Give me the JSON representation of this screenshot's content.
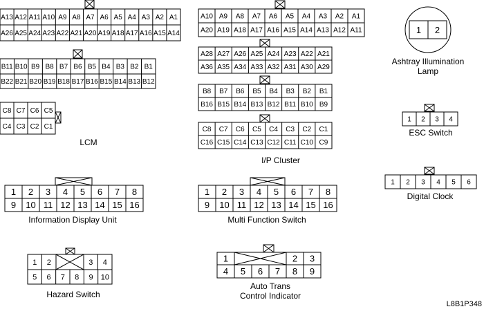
{
  "labels": {
    "lcm": "LCM",
    "ip_cluster": "I/P Cluster",
    "ashtray_line1": "Ashtray Illumination",
    "ashtray_line2": "Lamp",
    "esc_switch": "ESC Switch",
    "digital_clock": "Digital Clock",
    "info_display": "Information Display Unit",
    "multi_function": "Multi Function Switch",
    "hazard_switch": "Hazard Switch",
    "auto_trans_line1": "Auto Trans",
    "auto_trans_line2": "Control Indicator",
    "figure_code": "L8B1P348"
  },
  "connectors": {
    "lcm_a": {
      "rows": [
        [
          "A13",
          "A12",
          "A11",
          "A10",
          "A9",
          "A8",
          "A7",
          "A6",
          "A5",
          "A4",
          "A3",
          "A2",
          "A1"
        ],
        [
          "A26",
          "A25",
          "A24",
          "A23",
          "A22",
          "A21",
          "A20",
          "A19",
          "A18",
          "A17",
          "A16",
          "A15",
          "A14"
        ]
      ]
    },
    "lcm_b": {
      "rows": [
        [
          "B11",
          "B10",
          "B9",
          "B8",
          "B7",
          "B6",
          "B5",
          "B4",
          "B3",
          "B2",
          "B1"
        ],
        [
          "B22",
          "B21",
          "B20",
          "B19",
          "B18",
          "B17",
          "B16",
          "B15",
          "B14",
          "B13",
          "B12"
        ]
      ]
    },
    "lcm_c": {
      "rows": [
        [
          "C8",
          "C7",
          "C6",
          "C5"
        ],
        [
          "C4",
          "C3",
          "C2",
          "C1"
        ]
      ]
    },
    "ip_a1": {
      "rows": [
        [
          "A10",
          "A9",
          "A8",
          "A7",
          "A6",
          "A5",
          "A4",
          "A3",
          "A2",
          "A1"
        ],
        [
          "A20",
          "A19",
          "A18",
          "A17",
          "A16",
          "A15",
          "A14",
          "A13",
          "A12",
          "A11"
        ]
      ]
    },
    "ip_a2": {
      "rows": [
        [
          "A28",
          "A27",
          "A26",
          "A25",
          "A24",
          "A23",
          "A22",
          "A21"
        ],
        [
          "A36",
          "A35",
          "A34",
          "A33",
          "A32",
          "A31",
          "A30",
          "A29"
        ]
      ]
    },
    "ip_b": {
      "rows": [
        [
          "B8",
          "B7",
          "B6",
          "B5",
          "B4",
          "B3",
          "B2",
          "B1"
        ],
        [
          "B16",
          "B15",
          "B14",
          "B13",
          "B12",
          "B11",
          "B10",
          "B9"
        ]
      ]
    },
    "ip_c": {
      "rows": [
        [
          "C8",
          "C7",
          "C6",
          "C5",
          "C4",
          "C3",
          "C2",
          "C1"
        ],
        [
          "C16",
          "C15",
          "C14",
          "C13",
          "C12",
          "C11",
          "C10",
          "C9"
        ]
      ]
    },
    "ashtray": {
      "rows": [
        [
          "1",
          "2"
        ]
      ]
    },
    "esc": {
      "rows": [
        [
          "1",
          "2",
          "3",
          "4"
        ]
      ]
    },
    "clock": {
      "rows": [
        [
          "1",
          "2",
          "3",
          "4",
          "5",
          "6"
        ]
      ]
    },
    "info_display": {
      "rows": [
        [
          "1",
          "2",
          "3",
          "4",
          "5",
          "6",
          "7",
          "8"
        ],
        [
          "9",
          "10",
          "11",
          "12",
          "13",
          "14",
          "15",
          "16"
        ]
      ]
    },
    "multi_function": {
      "rows": [
        [
          "1",
          "2",
          "3",
          "4",
          "5",
          "6",
          "7",
          "8"
        ],
        [
          "9",
          "10",
          "11",
          "12",
          "13",
          "14",
          "15",
          "16"
        ]
      ]
    },
    "hazard": {
      "top_left": [
        "1",
        "2"
      ],
      "top_right": [
        "3",
        "4"
      ],
      "bottom": [
        "5",
        "6",
        "7",
        "8",
        "9",
        "10"
      ]
    },
    "auto_trans": {
      "top_left": [
        "1"
      ],
      "top_right": [
        "2",
        "3"
      ],
      "bottom": [
        "4",
        "5",
        "6",
        "7",
        "8",
        "9"
      ]
    }
  }
}
